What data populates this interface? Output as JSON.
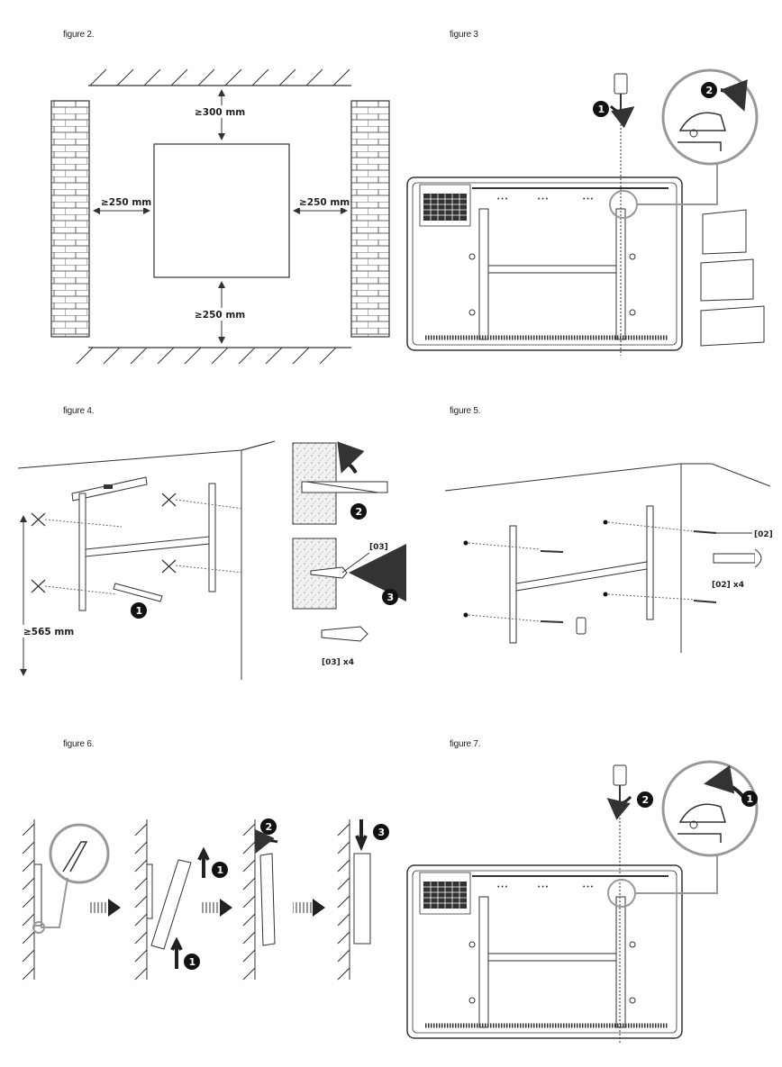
{
  "captions": {
    "fig2": "figure 2.",
    "fig3": "figure 3",
    "fig4": "figure 4.",
    "fig5": "figure 5.",
    "fig6": "figure 6.",
    "fig7": "figure 7."
  },
  "fig2": {
    "top_clearance": "≥300 mm",
    "left_clearance": "≥250 mm",
    "right_clearance": "≥250 mm",
    "bottom_clearance": "≥250 mm"
  },
  "fig3": {
    "step1": "1",
    "step2": "2"
  },
  "fig4": {
    "height": "≥565 mm",
    "step1": "1",
    "step2": "2",
    "step3": "3",
    "part_label": "[03]",
    "part_count": "[03] x4"
  },
  "fig5": {
    "part_label": "[02]",
    "part_count": "[02] x4"
  },
  "fig6": {
    "step1a": "1",
    "step1b": "1",
    "step2": "2",
    "step3": "3"
  },
  "fig7": {
    "step1": "1",
    "step2": "2"
  }
}
